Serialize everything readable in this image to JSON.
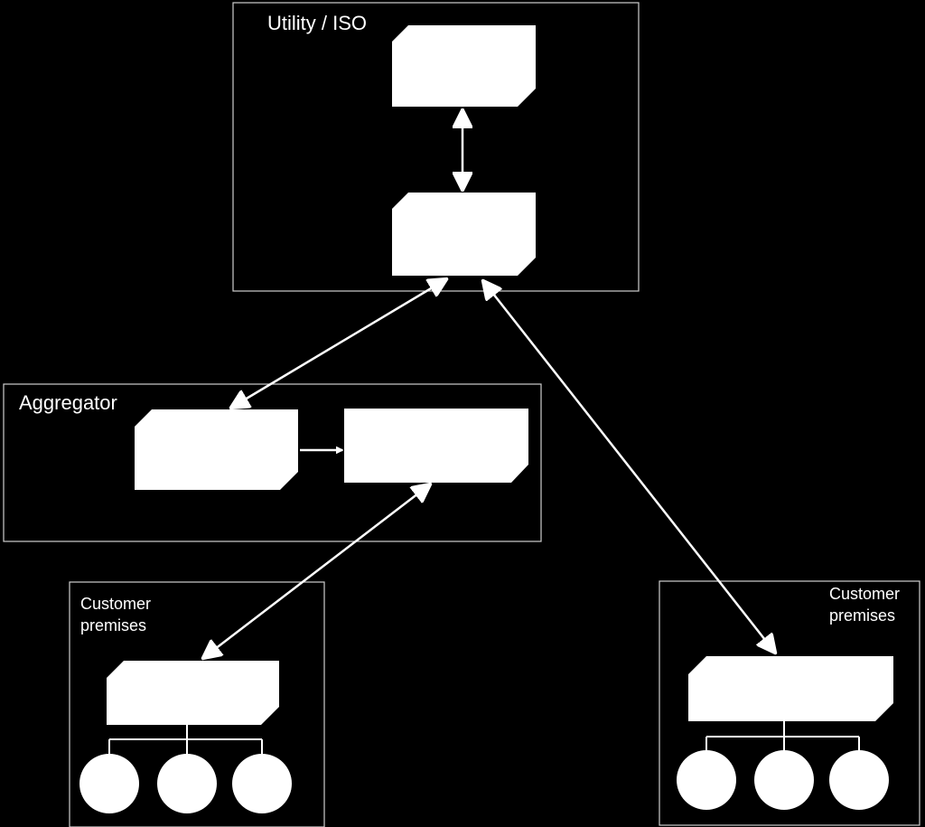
{
  "labels": {
    "utility": "Utility / ISO",
    "aggregator": "Aggregator",
    "customer_left": [
      "Customer",
      "premises"
    ],
    "customer_right": [
      "Customer",
      "premises"
    ]
  },
  "colors": {
    "background": "#000000",
    "foreground": "#ffffff",
    "frame": "#cfcfcf"
  }
}
